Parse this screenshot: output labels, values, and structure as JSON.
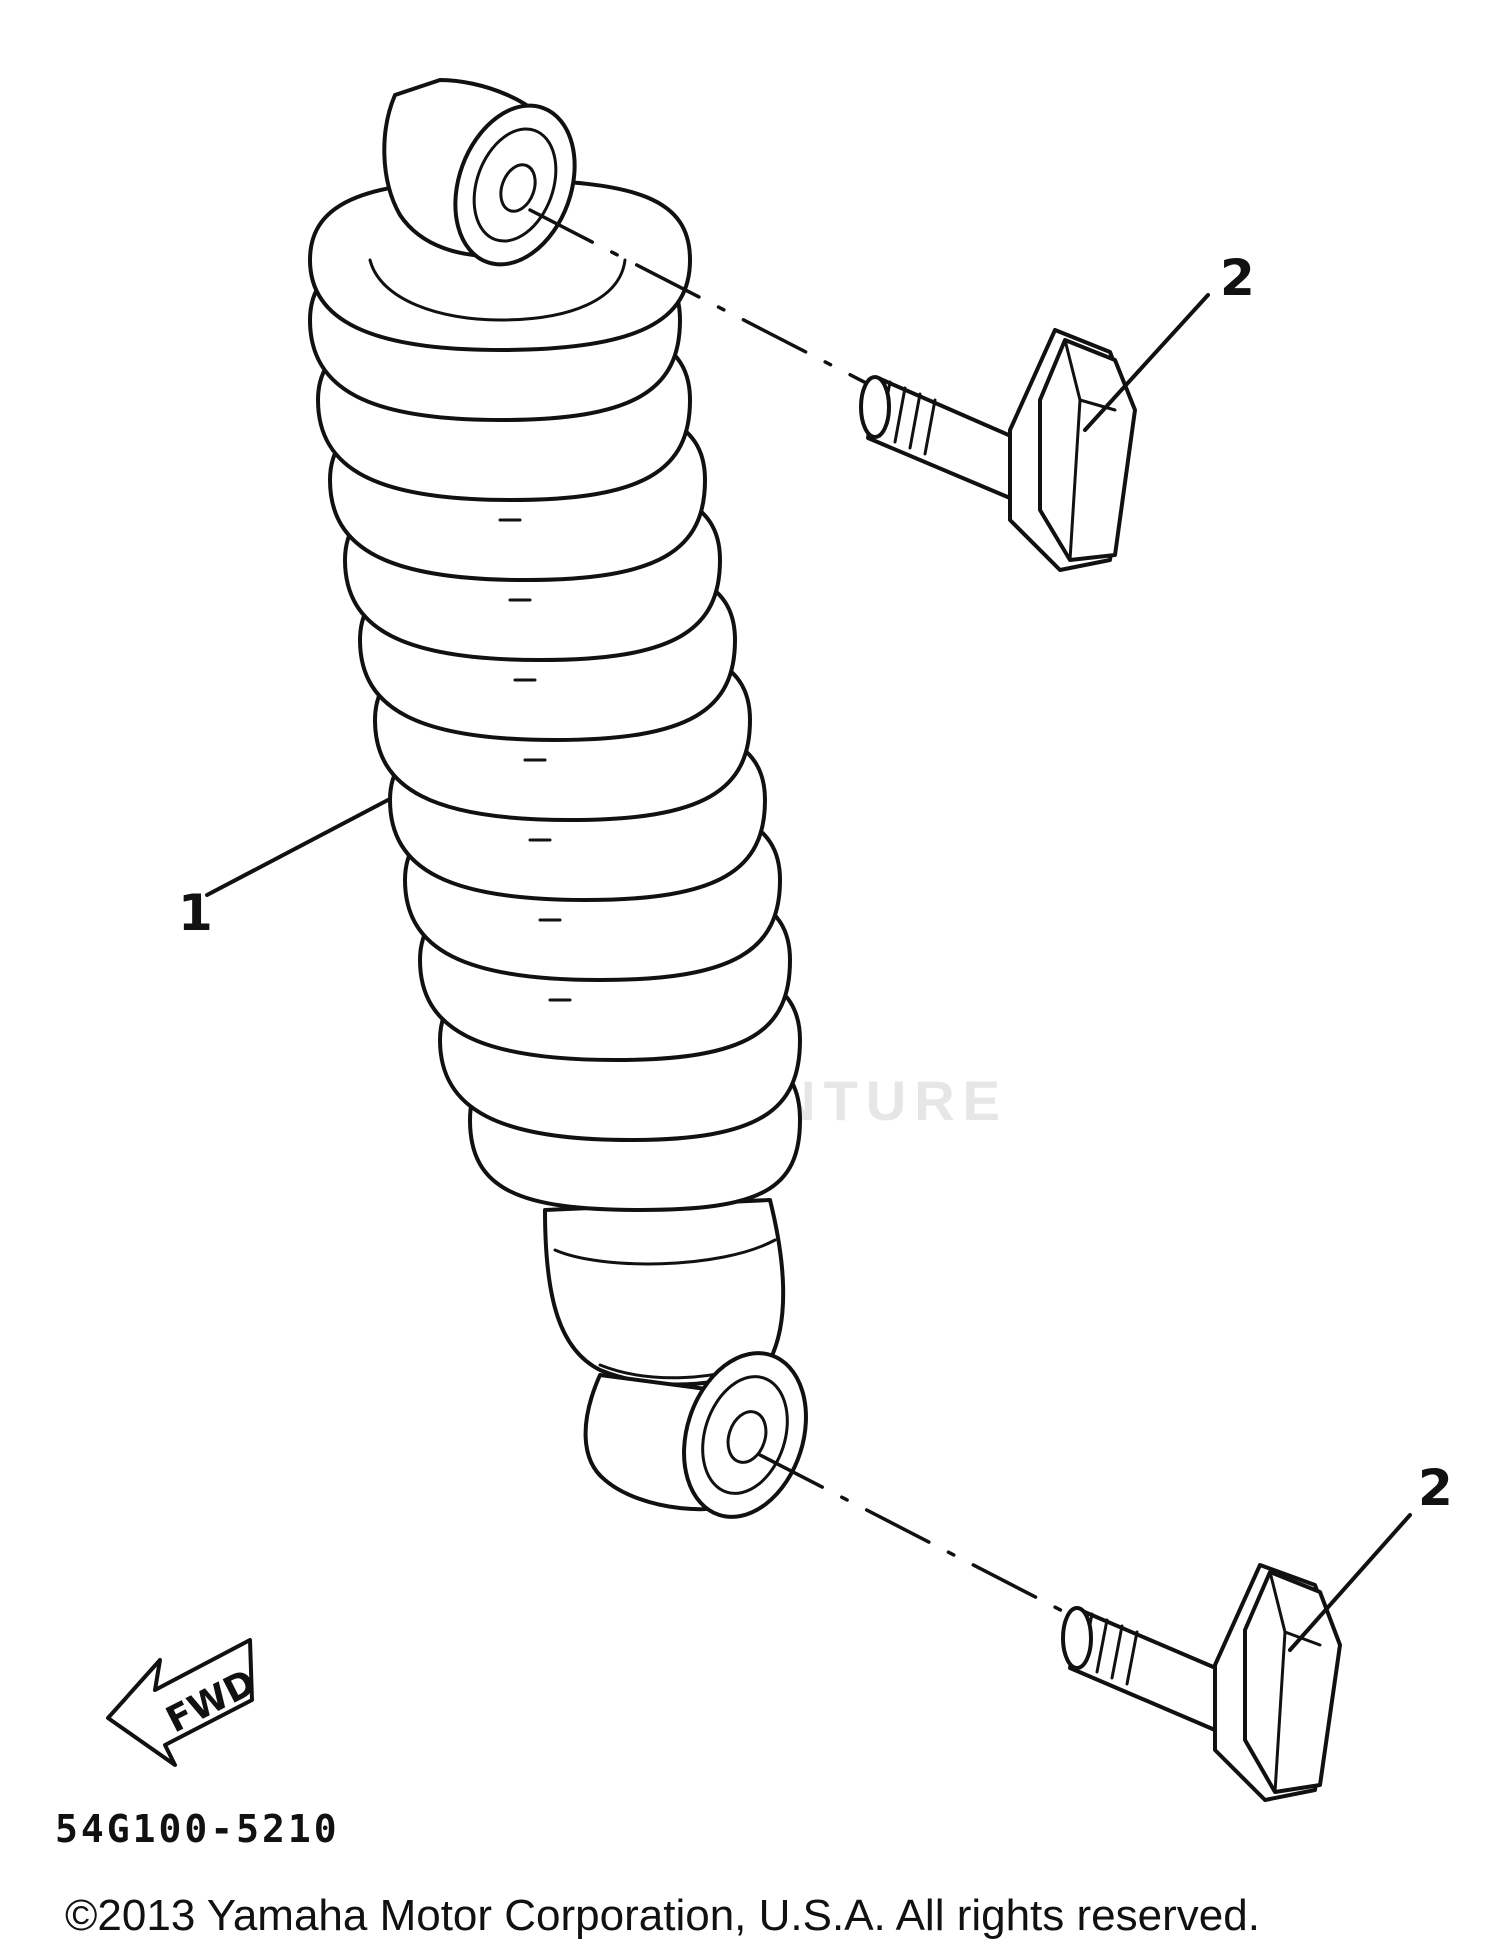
{
  "diagram": {
    "callouts": [
      {
        "id": "shock-absorber",
        "label": "1"
      },
      {
        "id": "bolt-upper",
        "label": "2"
      },
      {
        "id": "bolt-lower",
        "label": "2"
      }
    ],
    "part_code": "54G100-5210",
    "direction_label": "FWD",
    "watermark": "LEADVENTURE",
    "copyright": "©2013 Yamaha Motor Corporation, U.S.A. All rights reserved."
  }
}
